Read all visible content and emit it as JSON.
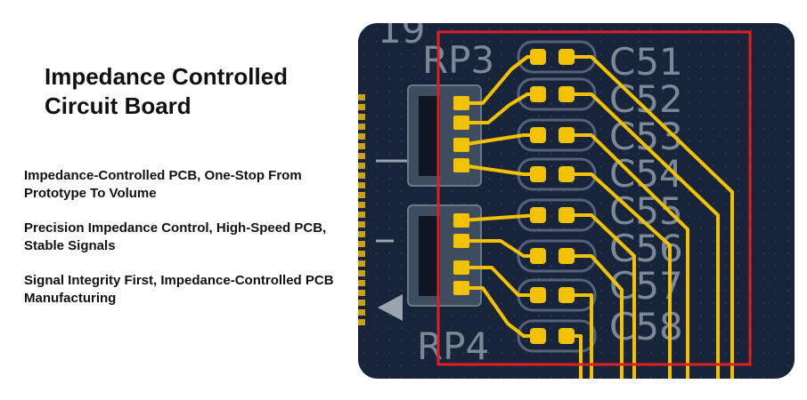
{
  "header": {
    "title_line1": "Impedance Controlled",
    "title_line2": "Circuit Board"
  },
  "features": [
    "Impedance-Controlled PCB, One-Stop From Prototype To Volume",
    "Precision Impedance Control, High-Speed PCB, Stable Signals",
    "Signal Integrity First, Impedance-Controlled PCB Manufacturing"
  ],
  "pcb_image": {
    "board_color": "#17243a",
    "trace_color": "#f2c200",
    "outline_color": "#e02020",
    "silkscreen_color": "#9aa3b0",
    "designators": {
      "top_left_fragment": "19",
      "resistor_pack_top": "RP3",
      "resistor_pack_bottom": "RP4",
      "capacitors": [
        "C51",
        "C52",
        "C53",
        "C54",
        "C55",
        "C56",
        "C57",
        "C58"
      ]
    }
  }
}
